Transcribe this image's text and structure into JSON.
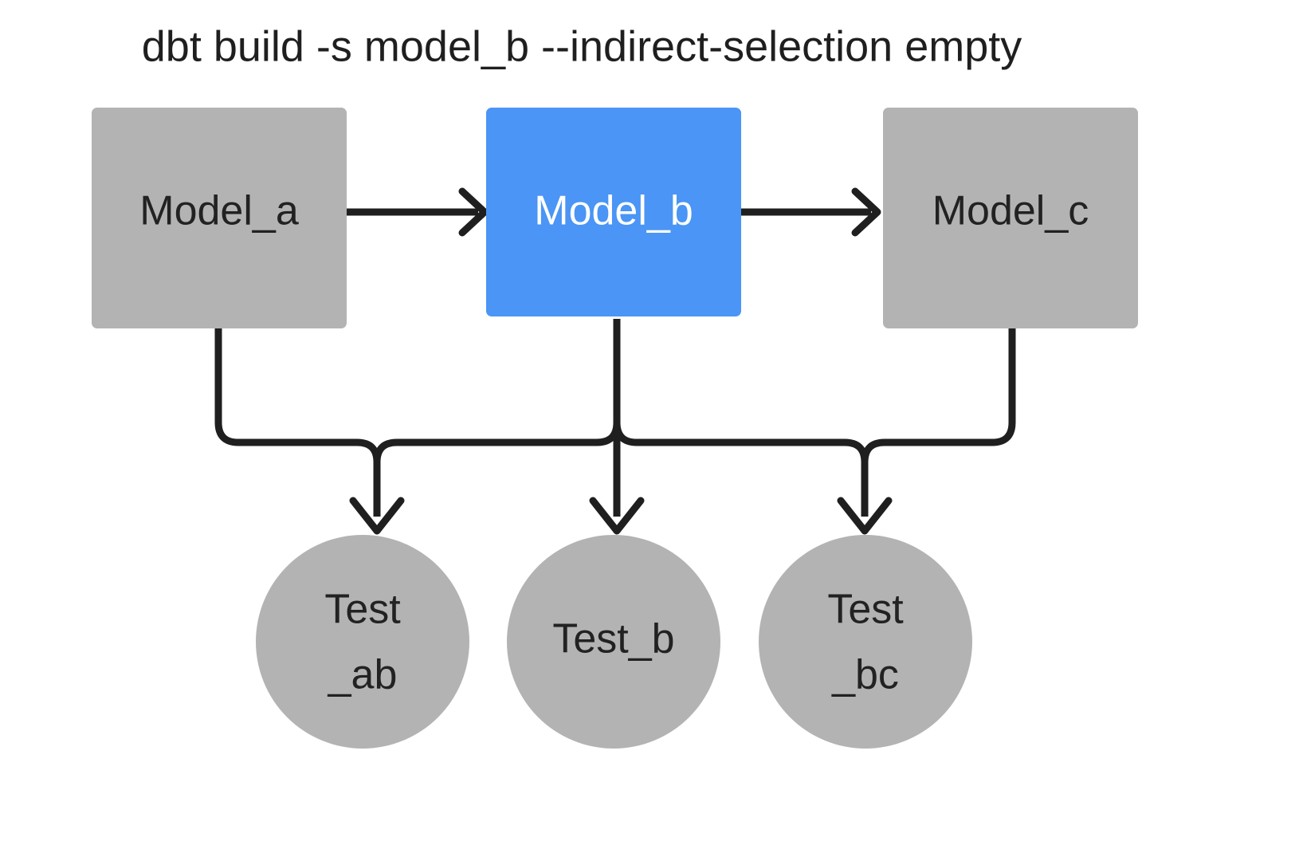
{
  "title": "dbt build -s model_b --indirect-selection empty",
  "colors": {
    "background": "#ffffff",
    "node_gray": "#b3b3b3",
    "node_selected_blue": "#4a95f5",
    "edge_black": "#1f1f1f",
    "text_dark": "#222222",
    "text_light": "#ffffff",
    "title_text": "#1f1f1f"
  },
  "models": [
    {
      "id": "model_a",
      "label": "Model_a",
      "shape": "rectangle",
      "state": "unselected",
      "fill": "#b3b3b3",
      "text_color": "#222222"
    },
    {
      "id": "model_b",
      "label": "Model_b",
      "shape": "rectangle",
      "state": "selected",
      "fill": "#4a95f5",
      "text_color": "#ffffff"
    },
    {
      "id": "model_c",
      "label": "Model_c",
      "shape": "rectangle",
      "state": "unselected",
      "fill": "#b3b3b3",
      "text_color": "#222222"
    }
  ],
  "tests": [
    {
      "id": "test_ab",
      "label": "Test_ab",
      "line1": "Test",
      "line2": "_ab",
      "shape": "circle",
      "state": "unselected",
      "fill": "#b3b3b3",
      "text_color": "#222222"
    },
    {
      "id": "test_b",
      "label": "Test_b",
      "line1": "Test_b",
      "line2": "",
      "shape": "circle",
      "state": "unselected",
      "fill": "#b3b3b3",
      "text_color": "#222222"
    },
    {
      "id": "test_bc",
      "label": "Test_bc",
      "line1": "Test",
      "line2": "_bc",
      "shape": "circle",
      "state": "unselected",
      "fill": "#b3b3b3",
      "text_color": "#222222"
    }
  ],
  "edges": [
    {
      "id": "edge-model-a-to-model-b",
      "from": "model_a",
      "to": "model_b",
      "style": "straight-horizontal"
    },
    {
      "id": "edge-model-b-to-model-c",
      "from": "model_b",
      "to": "model_c",
      "style": "straight-horizontal"
    },
    {
      "id": "edge-model-a-to-test-ab",
      "from": "model_a",
      "to": "test_ab",
      "style": "orthogonal"
    },
    {
      "id": "edge-model-b-to-test-ab",
      "from": "model_b",
      "to": "test_ab",
      "style": "orthogonal"
    },
    {
      "id": "edge-model-b-to-test-b",
      "from": "model_b",
      "to": "test_b",
      "style": "straight-vertical"
    },
    {
      "id": "edge-model-b-to-test-bc",
      "from": "model_b",
      "to": "test_bc",
      "style": "orthogonal"
    },
    {
      "id": "edge-model-c-to-test-bc",
      "from": "model_c",
      "to": "test_bc",
      "style": "orthogonal"
    }
  ]
}
